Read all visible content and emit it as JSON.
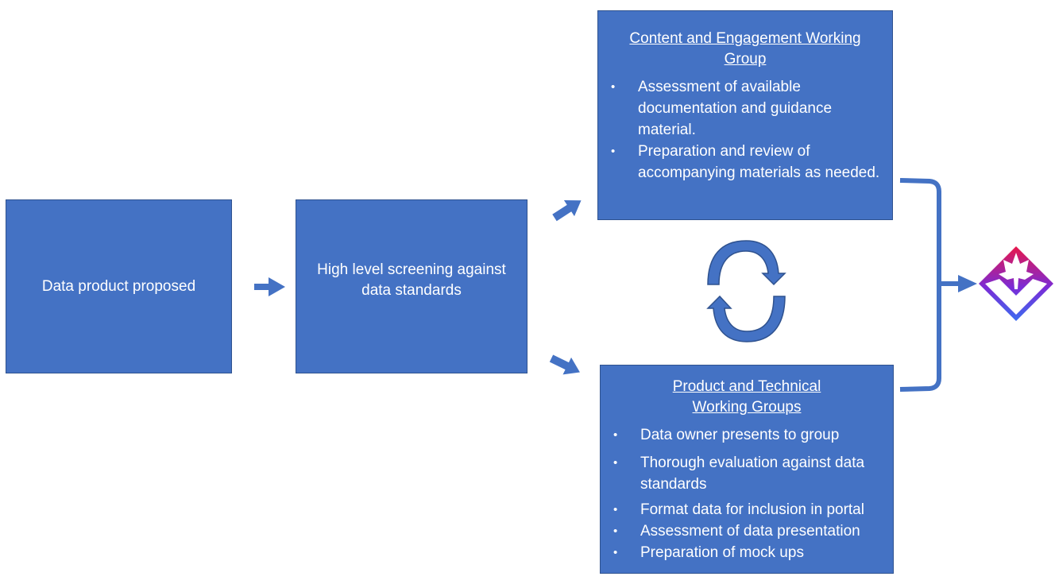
{
  "nodes": {
    "proposed": {
      "label": "Data product proposed"
    },
    "screening": {
      "label": "High level screening against data standards"
    },
    "content_group": {
      "title": "Content and Engagement Working Group",
      "items": [
        "Assessment of available documentation and guidance material.",
        "Preparation and review of accompanying materials as needed."
      ]
    },
    "product_group": {
      "title_line1": "Product and Technical",
      "title_line2": "Working Groups",
      "items": [
        "Data owner presents to group",
        "Thorough evaluation against data standards",
        "Format data for inclusion in portal",
        "Assessment of data presentation",
        "Preparation of mock ups"
      ]
    }
  },
  "icons": {
    "cycle": "cycle-arrows-icon",
    "logo": "maple-leaf-diamond-logo"
  },
  "colors": {
    "box_fill": "#4472c4",
    "box_border": "#2f528f",
    "arrow": "#4472c4",
    "cycle_fill": "#4472c4",
    "cycle_stroke": "#2f528f",
    "logo_red": "#e8174b",
    "logo_purple": "#7b2bd6",
    "logo_blue": "#3b6cf0"
  }
}
